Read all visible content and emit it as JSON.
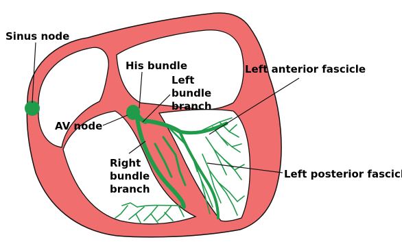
{
  "labels": {
    "sinus_node": "Sinus node",
    "his_bundle": "His bundle",
    "left_bundle_branch": [
      "Left",
      "bundle",
      "branch"
    ],
    "left_anterior_fascicle": "Left anterior fascicle",
    "av_node": "AV node",
    "right_bundle_branch": [
      "Right",
      "bundle",
      "branch"
    ],
    "left_posterior_fascicle": "Left posterior fascicle"
  },
  "colors": {
    "myocardium": "#f06e6e",
    "conduction": "#1f9b4a",
    "chamber": "#ffffff",
    "outline": "#111111",
    "text": "#000000"
  }
}
